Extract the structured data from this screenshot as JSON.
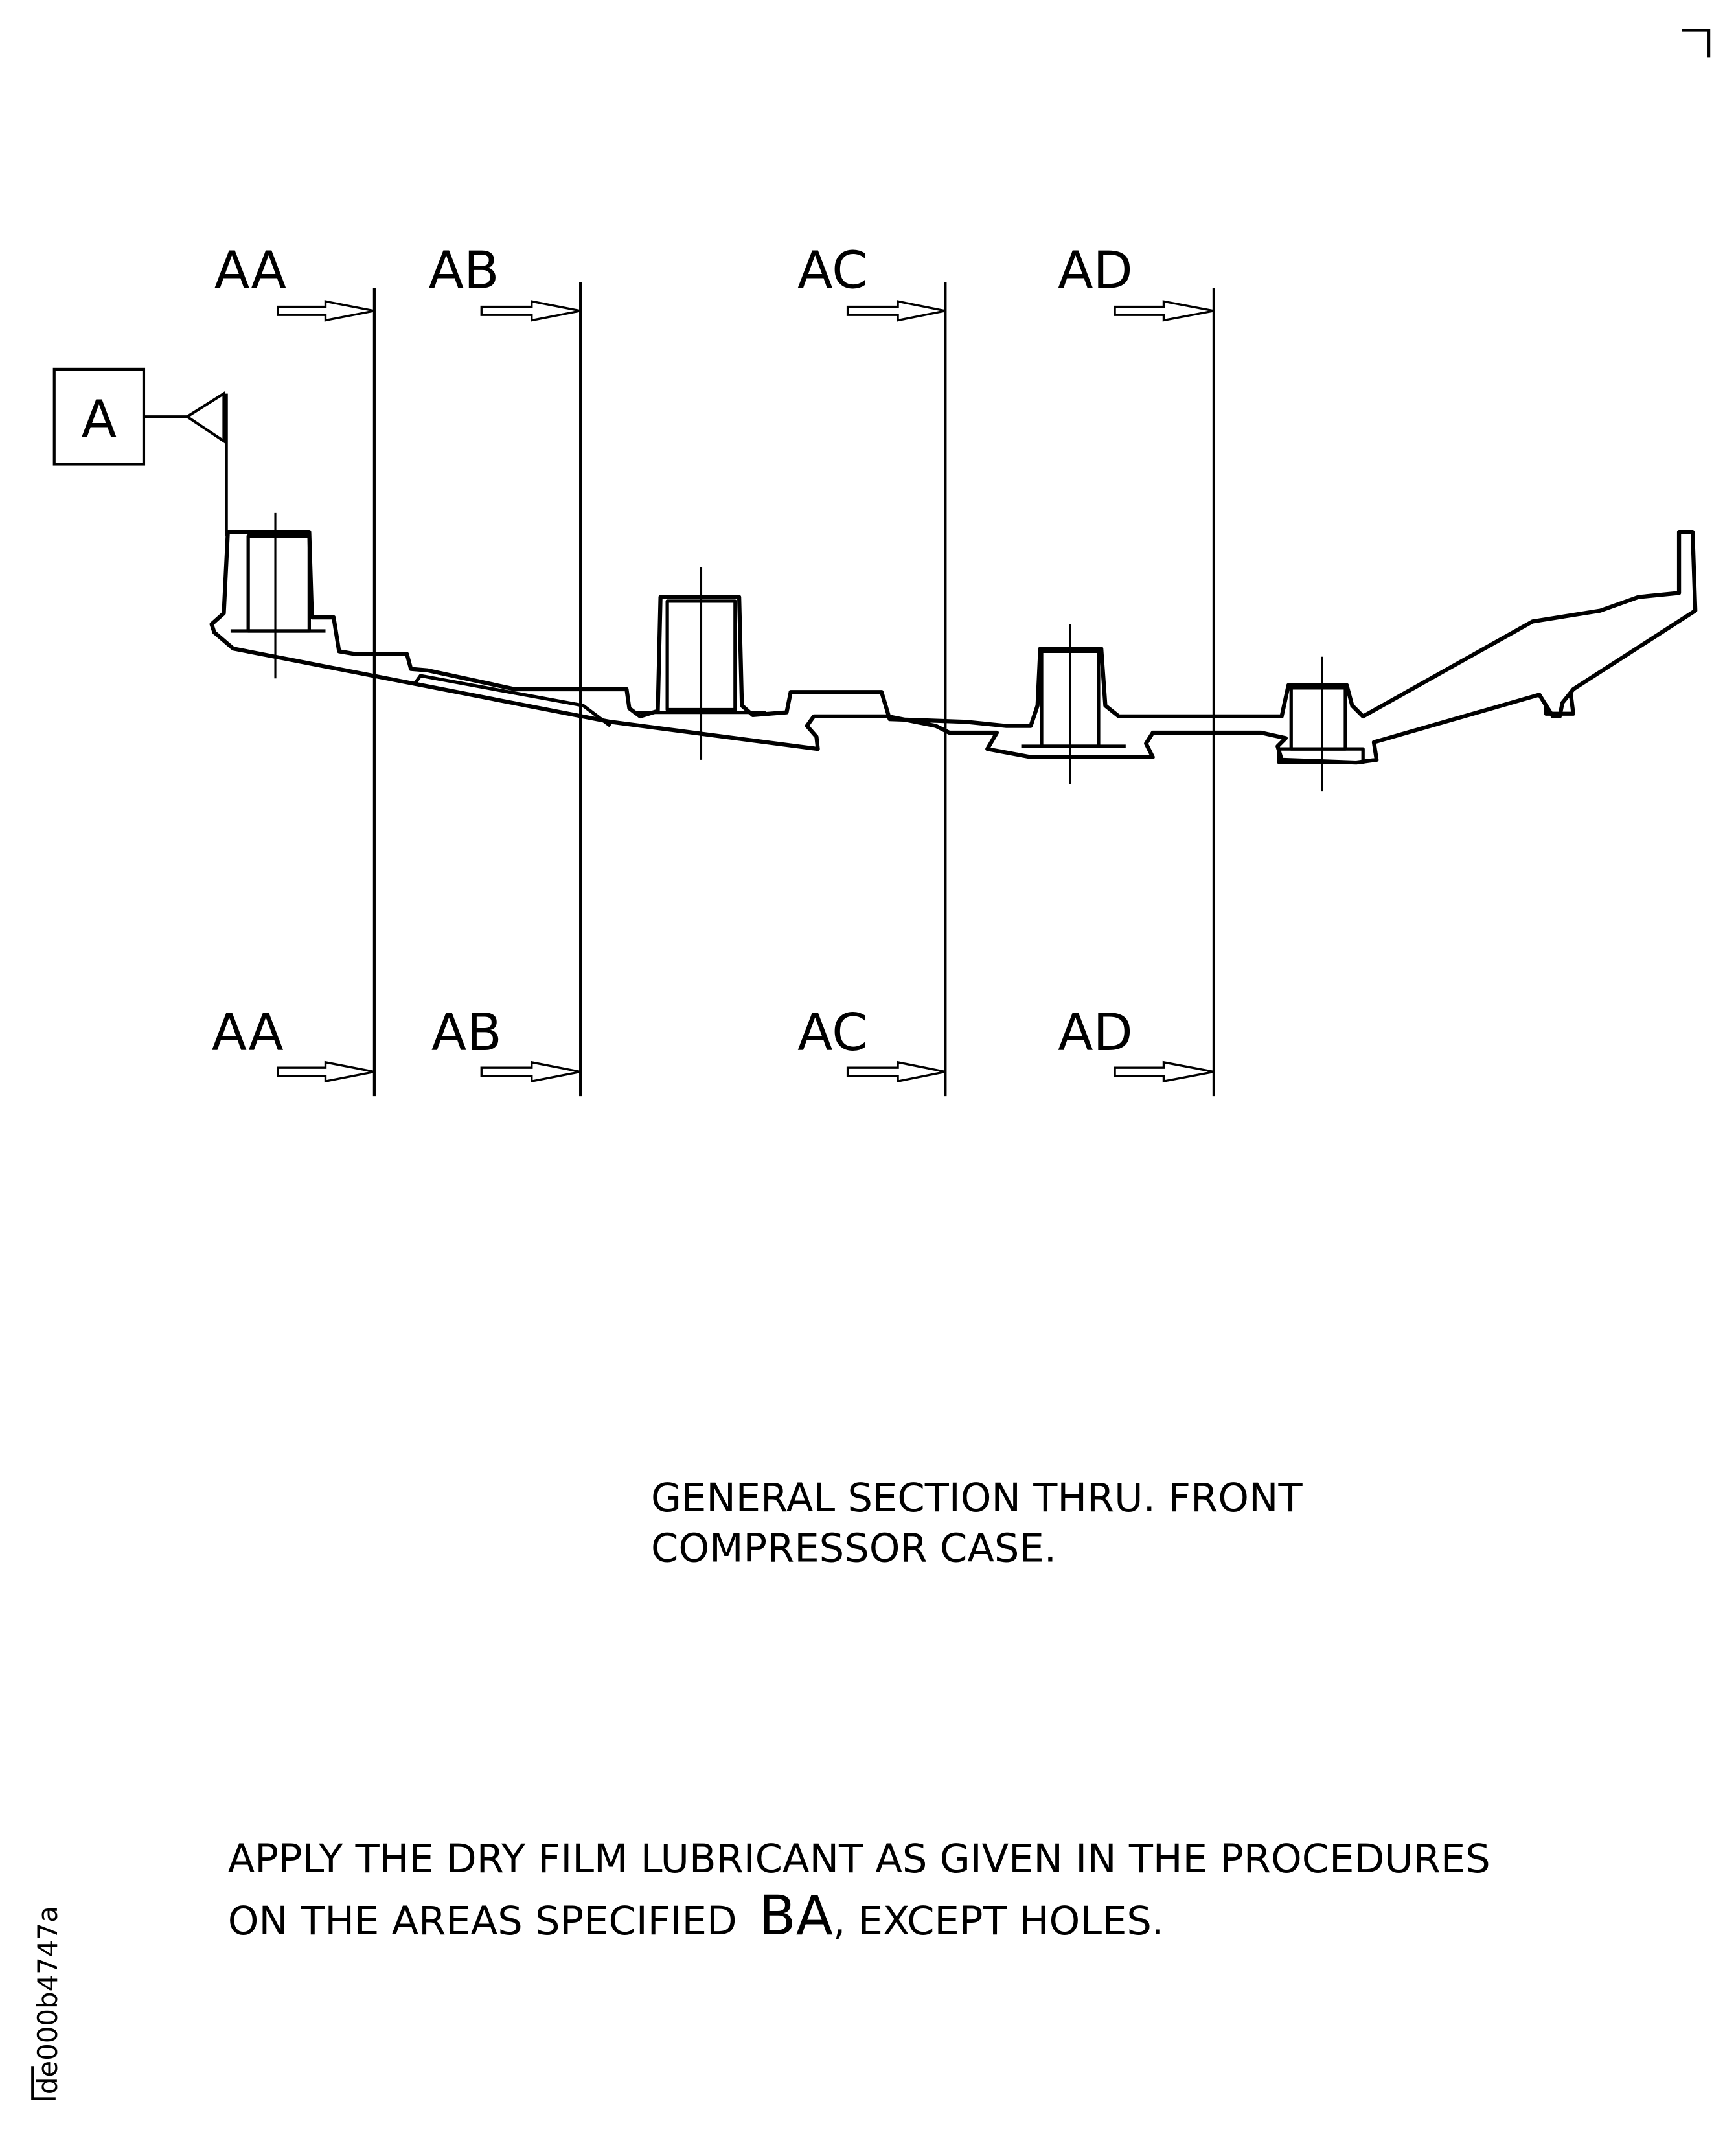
{
  "drawing": {
    "datum_label": "A",
    "sections": {
      "top": [
        "AA",
        "AB",
        "AC",
        "AD"
      ],
      "bottom": [
        "AA",
        "AB",
        "AC",
        "AD"
      ]
    },
    "caption_line1": "GENERAL SECTION THRU. FRONT",
    "caption_line2": "COMPRESSOR CASE.",
    "note_line1": "APPLY THE DRY FILM LUBRICANT AS GIVEN IN THE PROCEDURES",
    "note_line2_prefix": "ON THE AREAS SPECIFIED",
    "note_area_code": "BA",
    "note_line2_suffix": ", EXCEPT HOLES.",
    "figure_id": "de000b4747a"
  },
  "colors": {
    "ink": "#000000",
    "paper": "#ffffff"
  }
}
